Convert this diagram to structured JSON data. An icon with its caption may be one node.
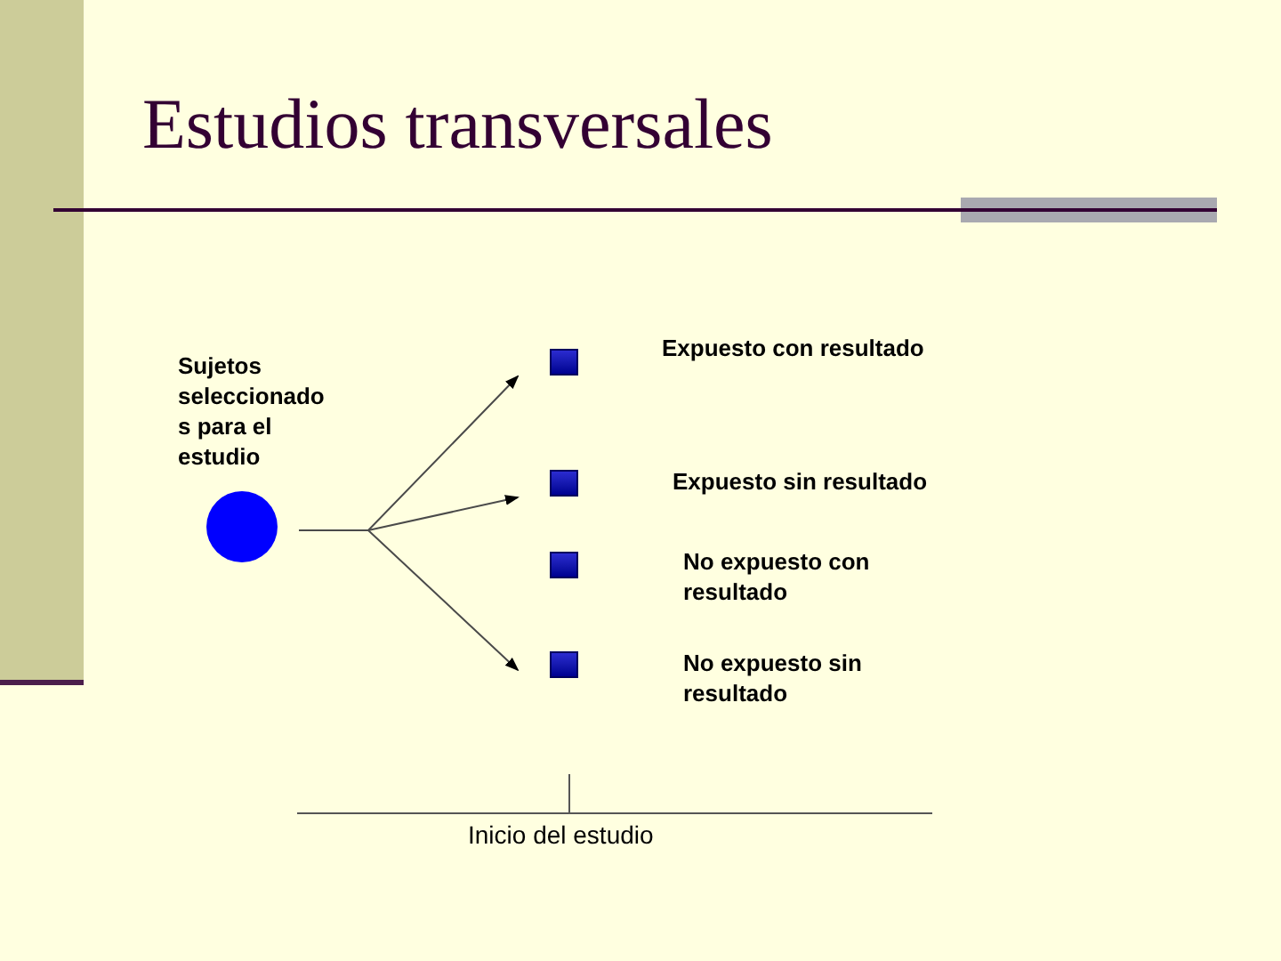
{
  "diagram": {
    "title": "Estudios transversales",
    "nodes": [
      {
        "text": [
          "Sujetos seleccionado s para el estudio"
        ]
      },
      {
        "text": [],
        "shape": "box"
      },
      {
        "text": [],
        "shape": "box"
      },
      {
        "text": [],
        "shape": "box"
      },
      {
        "text": [],
        "shape": "box"
      }
    ],
    "edges": [
      {
        "from": 0,
        "to": 1,
        "arrow": "to"
      },
      {
        "from": 0,
        "to": 2,
        "arrow": "to"
      },
      {
        "from": 0,
        "to": 4,
        "arrow": "to"
      }
    ],
    "labels": [
      "Expuesto con resultado",
      "Expuesto sin resultado",
      "No expuesto con resultado",
      "No expuesto sin resultado",
      "Inicio del estudio"
    ]
  }
}
